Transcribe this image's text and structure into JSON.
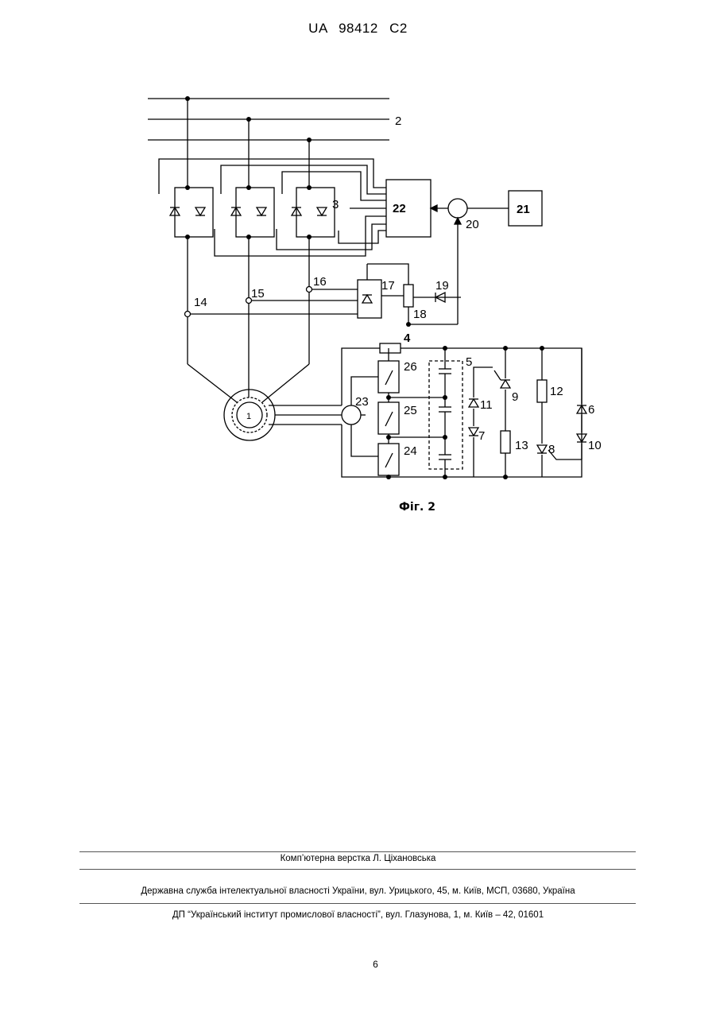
{
  "header": {
    "patent_number": "UA   98412   C2"
  },
  "figure": {
    "caption": "Фіг. 2",
    "labels": {
      "l1": "1",
      "l2": "2",
      "l3": "3",
      "l4": "4",
      "l5": "5",
      "l6": "6",
      "l7": "7",
      "l8": "8",
      "l9": "9",
      "l10": "10",
      "l11": "11",
      "l12": "12",
      "l13": "13",
      "l14": "14",
      "l15": "15",
      "l16": "16",
      "l17": "17",
      "l18": "18",
      "l19": "19",
      "l20": "20",
      "l21": "21",
      "l22": "22",
      "l23": "23",
      "l24": "24",
      "l25": "25",
      "l26": "26"
    }
  },
  "footer": {
    "typesetting": "Комп’ютерна верстка Л. Ціхановська",
    "agency": "Державна служба інтелектуальної власності України, вул. Урицького, 45, м. Київ, МСП, 03680, Україна",
    "institute": "ДП “Український інститут промислової власності”, вул. Глазунова, 1, м. Київ – 42, 01601",
    "page_number": "6"
  }
}
